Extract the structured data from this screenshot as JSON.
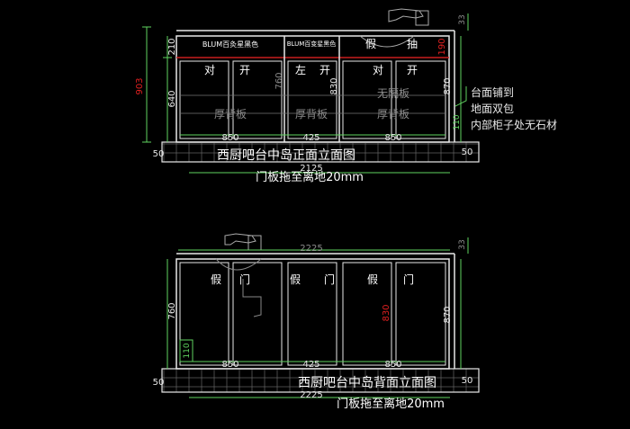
{
  "front": {
    "drawer_labels": [
      "BLUM百灸星黑色",
      "BLUM百变星黑色"
    ],
    "fake_drawer_chars": [
      "假",
      "抽"
    ],
    "door_labels": [
      [
        "对",
        "开"
      ],
      [
        "左",
        "开"
      ],
      [
        "对",
        "开"
      ]
    ],
    "no_back_panel": "无隔板",
    "thick_back_panels": [
      "厚背板",
      "厚背板",
      "厚背板"
    ],
    "dims": {
      "total_height": "903",
      "drawer_height": "210",
      "door_height": "640",
      "inner_height": "760",
      "mid_height": "830",
      "right_height": "870",
      "red_190": "190",
      "top_33": "33",
      "kick_110": "110",
      "w_left": "850",
      "w_mid": "425",
      "w_right": "850",
      "total_width": "2125",
      "base_left": "50",
      "base_right": "50"
    },
    "note_lines": [
      "台面铺到",
      "地面双包",
      "内部柜子处无石材"
    ],
    "title": "西厨吧台中岛正面立面图",
    "subtitle": "门板拖至离地20mm"
  },
  "back": {
    "door_labels": [
      [
        "假",
        "门"
      ],
      [
        "假",
        "门"
      ],
      [
        "假",
        "门"
      ]
    ],
    "dims": {
      "top_width": "2225",
      "top_33": "33",
      "left_height": "760",
      "mid_red": "830",
      "right_height": "870",
      "kick_110": "110",
      "w_left": "850",
      "w_mid": "425",
      "w_right": "850",
      "total_width": "2225",
      "base_left": "50",
      "base_right": "50"
    },
    "title": "西厨吧台中岛背面立面图",
    "subtitle": "门板拖至离地20mm"
  },
  "colors": {
    "background": "#000000",
    "cabinet": "#e8e8e8",
    "dimension": "#5fd35f",
    "red_dimension": "#e02020",
    "counter_red": "#c81e1e",
    "gray_text": "#8c8c8c",
    "white_text": "#ffffff"
  }
}
